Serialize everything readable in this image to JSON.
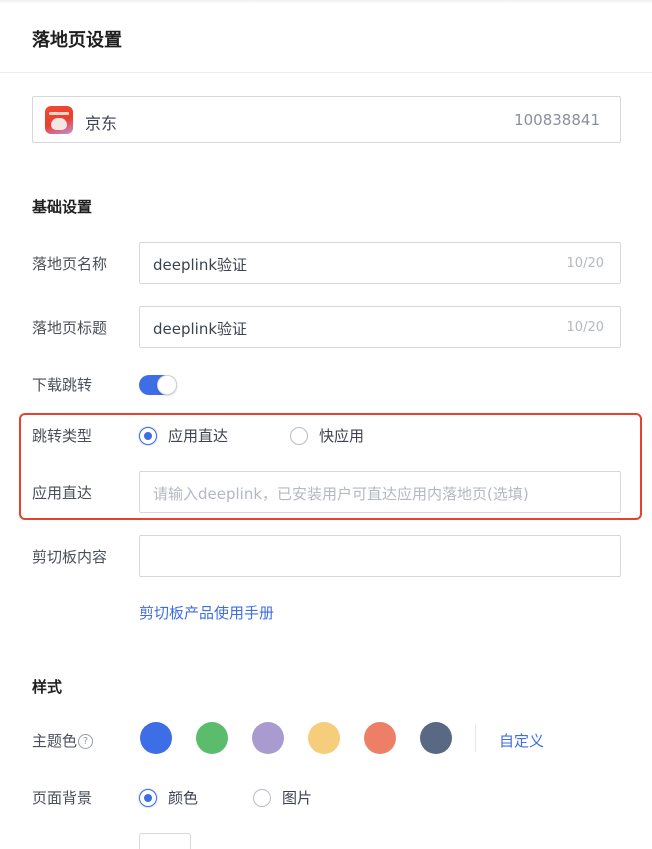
{
  "header": {
    "title": "落地页设置"
  },
  "app": {
    "name": "京东",
    "id": "100838841",
    "icon": "jd-app-icon"
  },
  "basic": {
    "title": "基础设置",
    "page_name": {
      "label": "落地页名称",
      "value": "deeplink验证",
      "counter": "10/20"
    },
    "page_title": {
      "label": "落地页标题",
      "value": "deeplink验证",
      "counter": "10/20"
    },
    "download_jump": {
      "label": "下载跳转",
      "enabled": true
    },
    "jump_type": {
      "label": "跳转类型",
      "options": [
        {
          "label": "应用直达",
          "selected": true
        },
        {
          "label": "快应用",
          "selected": false
        }
      ]
    },
    "deeplink": {
      "label": "应用直达",
      "placeholder": "请输入deeplink，已安装用户可直达应用内落地页(选填)",
      "value": ""
    },
    "clipboard": {
      "label": "剪切板内容",
      "value": ""
    },
    "clipboard_manual_link": "剪切板产品使用手册"
  },
  "style": {
    "title": "样式",
    "theme_color": {
      "label": "主题色",
      "help_icon": "?",
      "swatches": [
        "#3d6ee6",
        "#5bbd6b",
        "#a99ad0",
        "#f6cd7a",
        "#ee7f67",
        "#5a6983"
      ],
      "custom_label": "自定义"
    },
    "background": {
      "label": "页面背景",
      "options": [
        {
          "label": "颜色",
          "selected": true
        },
        {
          "label": "图片",
          "selected": false
        }
      ]
    }
  },
  "highlight_color": "#e5432d",
  "accent_color": "#3d6ee6"
}
